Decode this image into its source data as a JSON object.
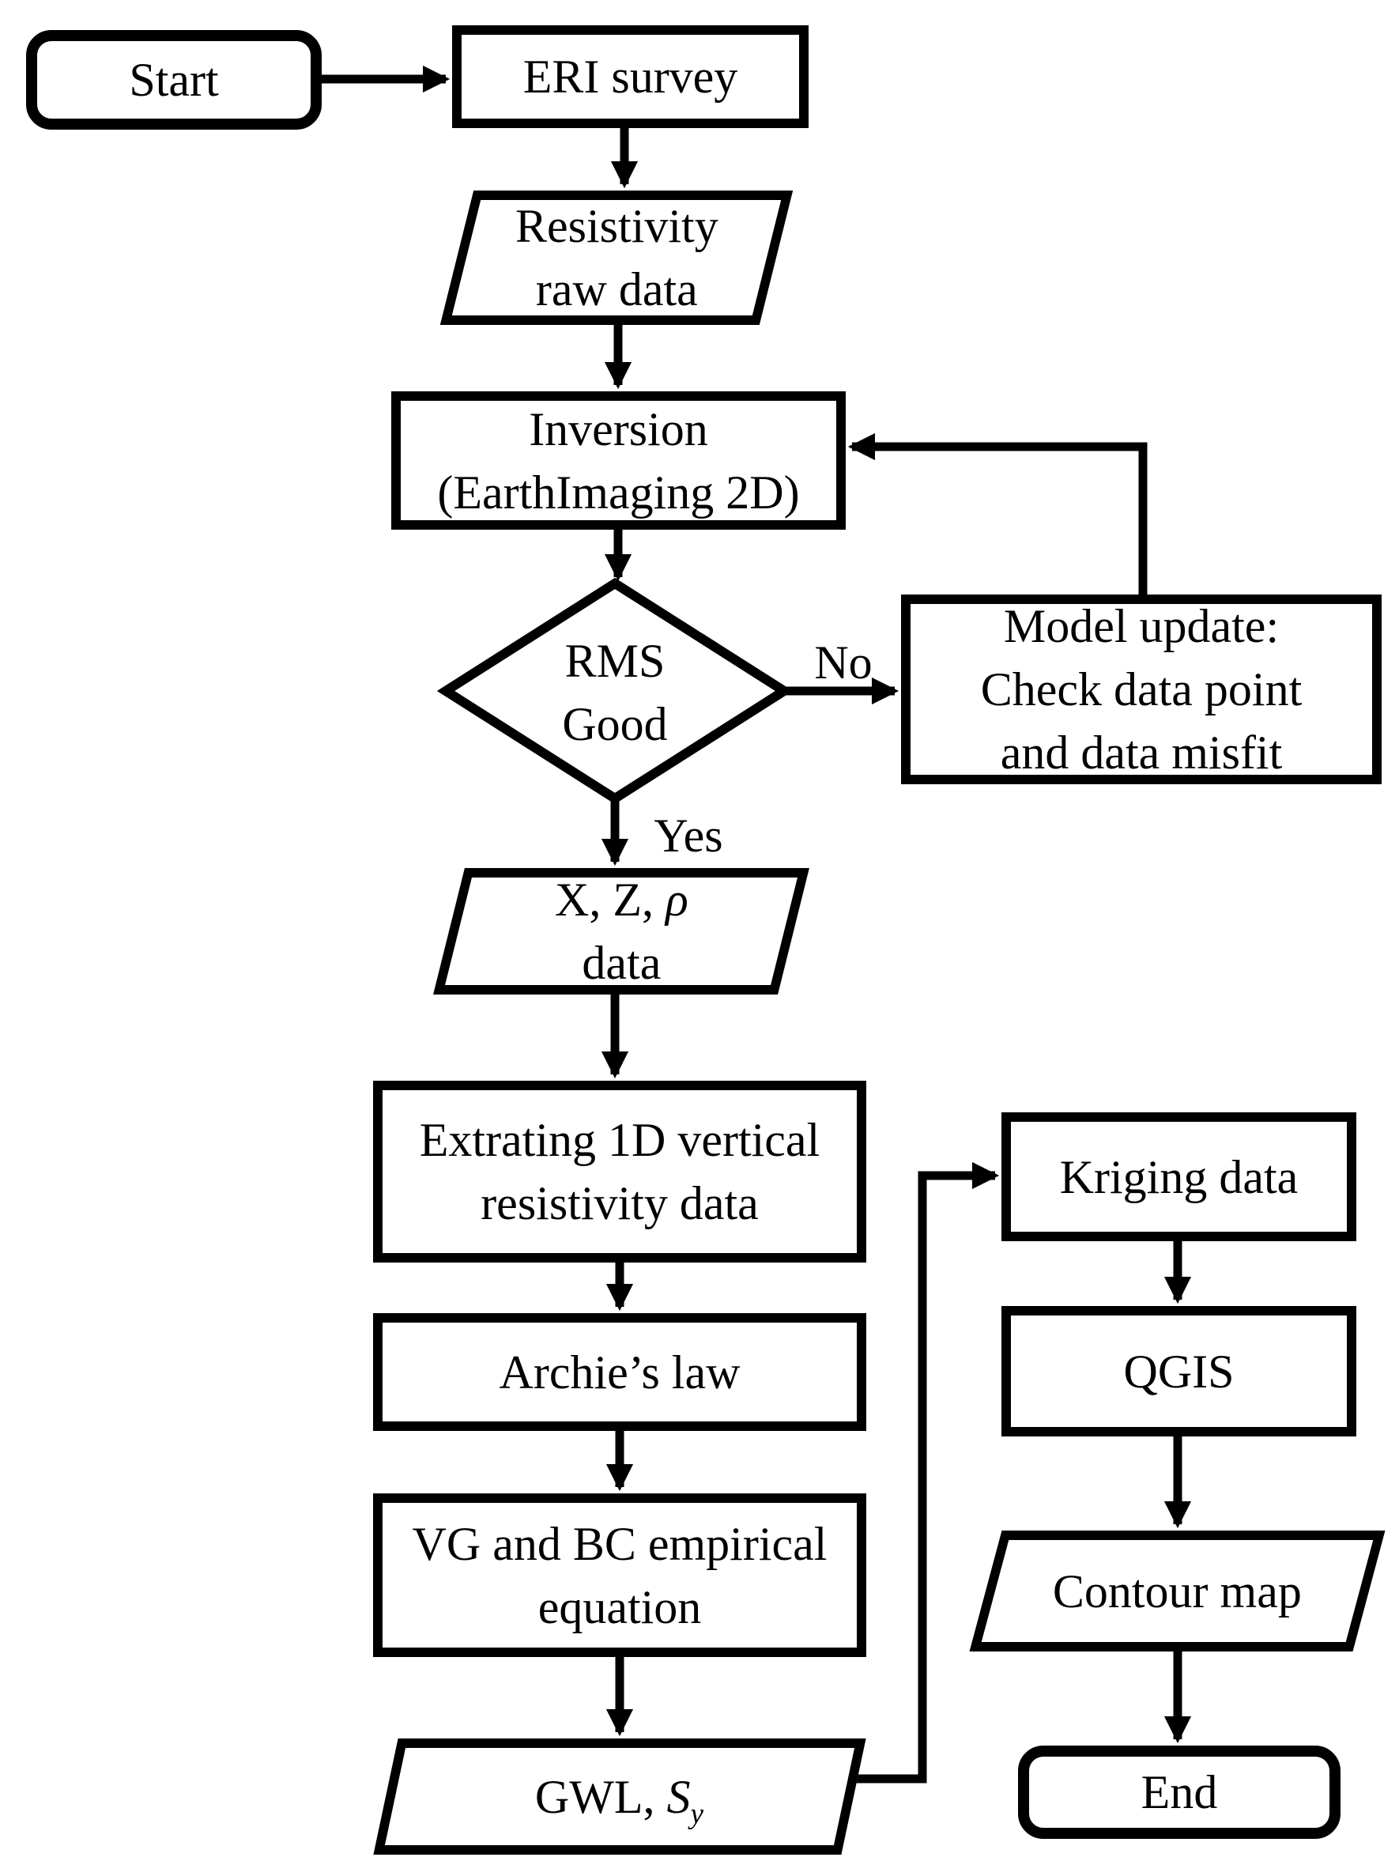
{
  "canvas": {
    "background": "#ffffff",
    "stroke_color": "#000000"
  },
  "nodes": {
    "start": {
      "label": "Start"
    },
    "eri_survey": {
      "label": "ERI survey"
    },
    "resistivity_raw": {
      "lines": [
        "Resistivity",
        "raw data"
      ]
    },
    "inversion": {
      "lines": [
        "Inversion",
        "(EarthImaging 2D)"
      ]
    },
    "rms_decision": {
      "lines": [
        "RMS",
        "Good"
      ]
    },
    "model_update": {
      "lines": [
        "Model update:",
        "Check data point",
        "and data misfit"
      ]
    },
    "xzrho_data": {
      "line1_prefix": "X, Z, ",
      "line1_rho": "ρ",
      "line2": "data"
    },
    "extract_1d": {
      "lines": [
        "Extrating 1D vertical",
        "resistivity data"
      ]
    },
    "archies_law": {
      "label": "Archie’s law"
    },
    "vg_bc": {
      "lines": [
        "VG and BC empirical",
        "equation"
      ]
    },
    "gwl_sy": {
      "prefix": "GWL, ",
      "symbol": "S",
      "subscript": "y"
    },
    "kriging": {
      "label": "Kriging data"
    },
    "qgis": {
      "label": "QGIS"
    },
    "contour_map": {
      "label": "Contour map"
    },
    "end": {
      "label": "End"
    }
  },
  "edge_labels": {
    "no": "No",
    "yes": "Yes"
  }
}
